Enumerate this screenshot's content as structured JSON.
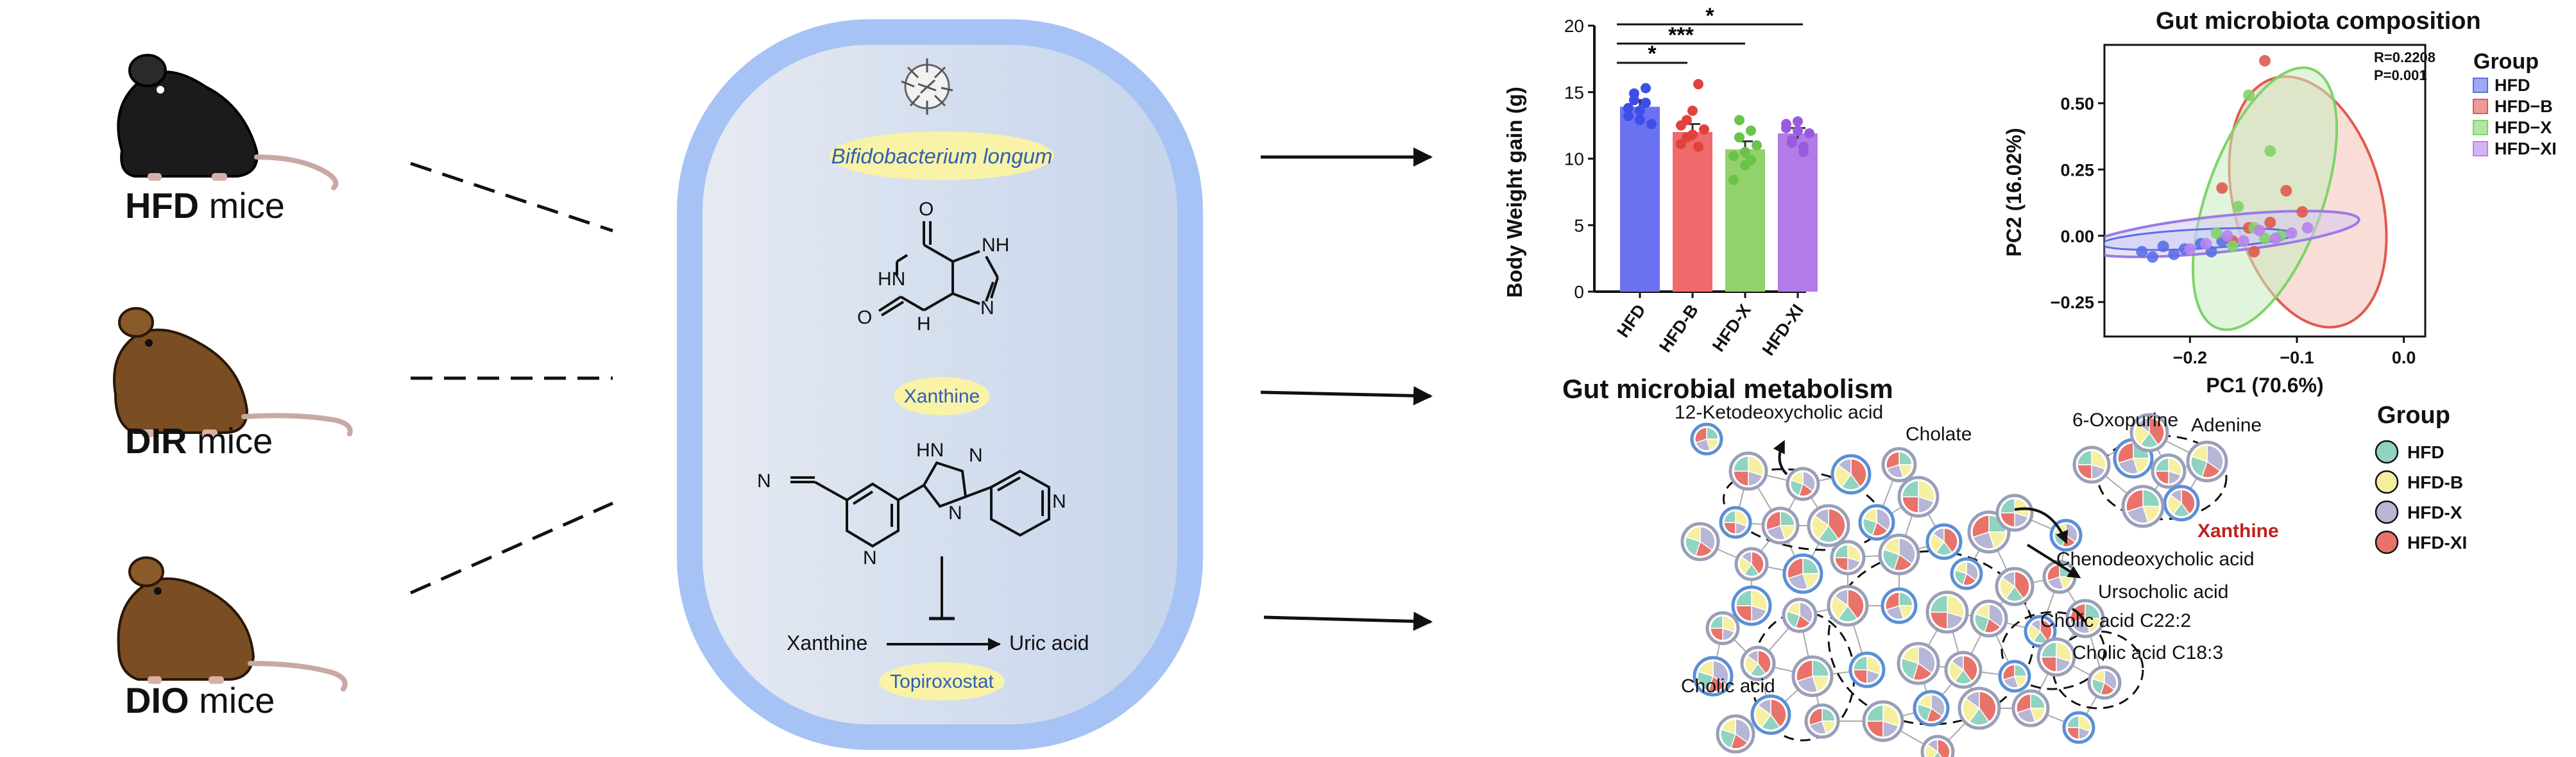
{
  "mice": [
    {
      "bold": "HFD",
      "rest": " mice"
    },
    {
      "bold": "DIR",
      "rest": " mice"
    },
    {
      "bold": "DIO",
      "rest": " mice"
    }
  ],
  "center": {
    "bacterium_label": "Bifidobacterium longum",
    "xanthine_label": "Xanthine",
    "topiroxostat_label": "Topiroxostat",
    "reaction_substrate": "Xanthine",
    "reaction_product": "Uric acid",
    "atoms": {
      "O": "O",
      "NH": "NH",
      "HN": "HN",
      "H": "H",
      "N": "N",
      "NC": "N",
      "CN_N": "N"
    }
  },
  "bar_chart": {
    "ylabel": "Body Weight gain (g)",
    "significance": [
      "*",
      "***",
      "*"
    ]
  },
  "pca": {
    "title": "Gut microbiota composition",
    "xlabel": "PC1 (70.6%)",
    "ylabel": "PC2 (16.02%)",
    "stats": [
      "R=0.2208",
      "P=0.001"
    ],
    "legend_title": "Group"
  },
  "network": {
    "title": "Gut microbial metabolism",
    "legend_title": "Group",
    "legend": [
      {
        "label": "HFD",
        "color": "#8fd3c0"
      },
      {
        "label": "HFD-B",
        "color": "#f6ef9f"
      },
      {
        "label": "HFD-X",
        "color": "#b7b6d6"
      },
      {
        "label": "HFD-XI",
        "color": "#e8736a"
      }
    ],
    "labels": {
      "ketodeoxycholic": "12-Ketodeoxycholic acid",
      "cholate": "Cholate",
      "oxopurine": "6-Oxopurine",
      "adenine": "Adenine",
      "xanthine": "Xanthine",
      "chenodeoxycholic": "Chenodeoxycholic acid",
      "ursocholic": "Ursocholic acid",
      "cholic_c222": "Cholic acid C22:2",
      "cholic_c183": "Cholic acid C18:3",
      "cholic": "Cholic acid"
    }
  },
  "chart_data": [
    {
      "type": "bar",
      "categories": [
        "HFD",
        "HFD-B",
        "HFD-X",
        "HFD-XI"
      ],
      "values": [
        13.9,
        12.0,
        10.7,
        11.9
      ],
      "errors": [
        0.5,
        0.6,
        0.6,
        0.4
      ],
      "points": [
        [
          13.2,
          14.4,
          13.6,
          15.3,
          12.6,
          13.8,
          14.9,
          12.9,
          14.2
        ],
        [
          12.5,
          11.6,
          13.6,
          10.9,
          12.2,
          11.1,
          12.9,
          11.8,
          15.6
        ],
        [
          10.2,
          11.6,
          9.5,
          12.1,
          11.0,
          8.4,
          12.9,
          10.5,
          9.9
        ],
        [
          12.3,
          11.2,
          12.8,
          10.5,
          11.9,
          12.6,
          11.4,
          12.1,
          10.9
        ]
      ],
      "colors": [
        "#6b72f2",
        "#ef6a6a",
        "#93d16c",
        "#b27be8"
      ],
      "point_colors": [
        "#3d4fe8",
        "#e2423f",
        "#69c44a",
        "#9a5ae0"
      ],
      "ylabel": "Body Weight gain (g)",
      "ylim": [
        0,
        20
      ],
      "yticks": [
        0,
        5,
        10,
        15,
        20
      ]
    },
    {
      "type": "scatter",
      "title": "Gut microbiota composition",
      "xlabel": "PC1 (70.6%)",
      "ylabel": "PC2 (16.02%)",
      "xlim": [
        -0.28,
        0.02
      ],
      "ylim": [
        -0.38,
        0.72
      ],
      "xticks": [
        -0.2,
        -0.1,
        0.0
      ],
      "yticks": [
        -0.25,
        0.0,
        0.25,
        0.5
      ],
      "xtick_labels": [
        "−0.2",
        "−0.1",
        "0.0"
      ],
      "ytick_labels": [
        "−0.25",
        "0.00",
        "0.25",
        "0.50"
      ],
      "annotations": [
        "R=0.2208",
        "P=0.001"
      ],
      "legend_title": "Group",
      "legend_position": "right",
      "series": [
        {
          "name": "HFD",
          "color": "#5b6fe6",
          "x": [
            -0.245,
            -0.235,
            -0.225,
            -0.215,
            -0.205,
            -0.19,
            -0.18,
            -0.17
          ],
          "y": [
            -0.06,
            -0.08,
            -0.04,
            -0.07,
            -0.05,
            -0.03,
            -0.06,
            -0.02
          ]
        },
        {
          "name": "HFD-B",
          "color": "#e05a4f",
          "x": [
            -0.13,
            -0.17,
            -0.11,
            -0.095,
            -0.16,
            -0.145,
            -0.125,
            -0.14
          ],
          "y": [
            0.66,
            0.18,
            0.17,
            0.09,
            -0.02,
            0.03,
            0.05,
            -0.06
          ]
        },
        {
          "name": "HFD-X",
          "color": "#7ed36a",
          "x": [
            -0.145,
            -0.125,
            -0.155,
            -0.175,
            -0.13,
            -0.16,
            -0.115,
            -0.14
          ],
          "y": [
            0.53,
            0.32,
            0.11,
            0.01,
            -0.01,
            -0.04,
            0.0,
            0.03
          ]
        },
        {
          "name": "HFD-XI",
          "color": "#b884ec",
          "x": [
            -0.2,
            -0.185,
            -0.165,
            -0.15,
            -0.135,
            -0.12,
            -0.105,
            -0.09
          ],
          "y": [
            -0.05,
            -0.03,
            0.0,
            -0.02,
            0.02,
            -0.01,
            0.01,
            0.03
          ]
        }
      ]
    }
  ]
}
